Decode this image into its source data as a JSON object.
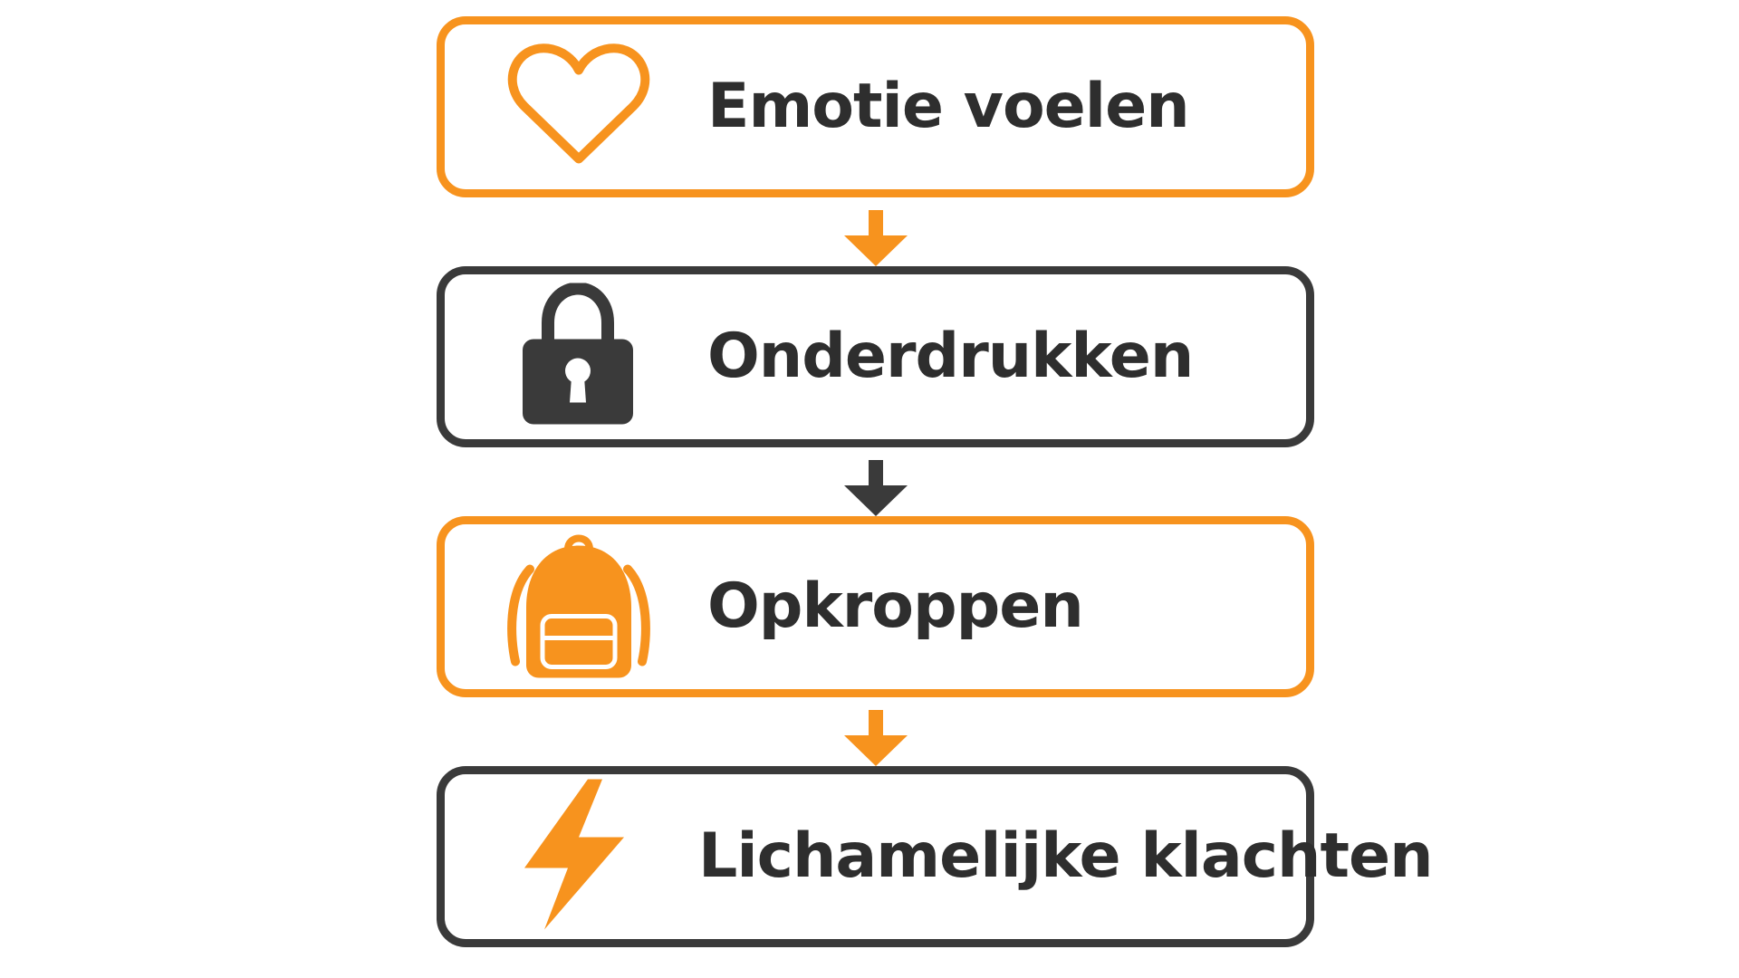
{
  "colors": {
    "orange": "#f7931e",
    "dark": "#3a3a3a",
    "text": "#2e2e2e"
  },
  "steps": [
    {
      "label": "Emotie voelen",
      "icon": "heart-icon",
      "border": "orange"
    },
    {
      "label": "Onderdrukken",
      "icon": "padlock-icon",
      "border": "dark"
    },
    {
      "label": "Opkroppen",
      "icon": "backpack-icon",
      "border": "orange"
    },
    {
      "label": "Lichamelijke klachten",
      "icon": "lightning-bolt-icon",
      "border": "dark"
    }
  ],
  "connectors": [
    {
      "from": 0,
      "to": 1,
      "color": "orange"
    },
    {
      "from": 1,
      "to": 2,
      "color": "dark"
    },
    {
      "from": 2,
      "to": 3,
      "color": "orange"
    }
  ]
}
